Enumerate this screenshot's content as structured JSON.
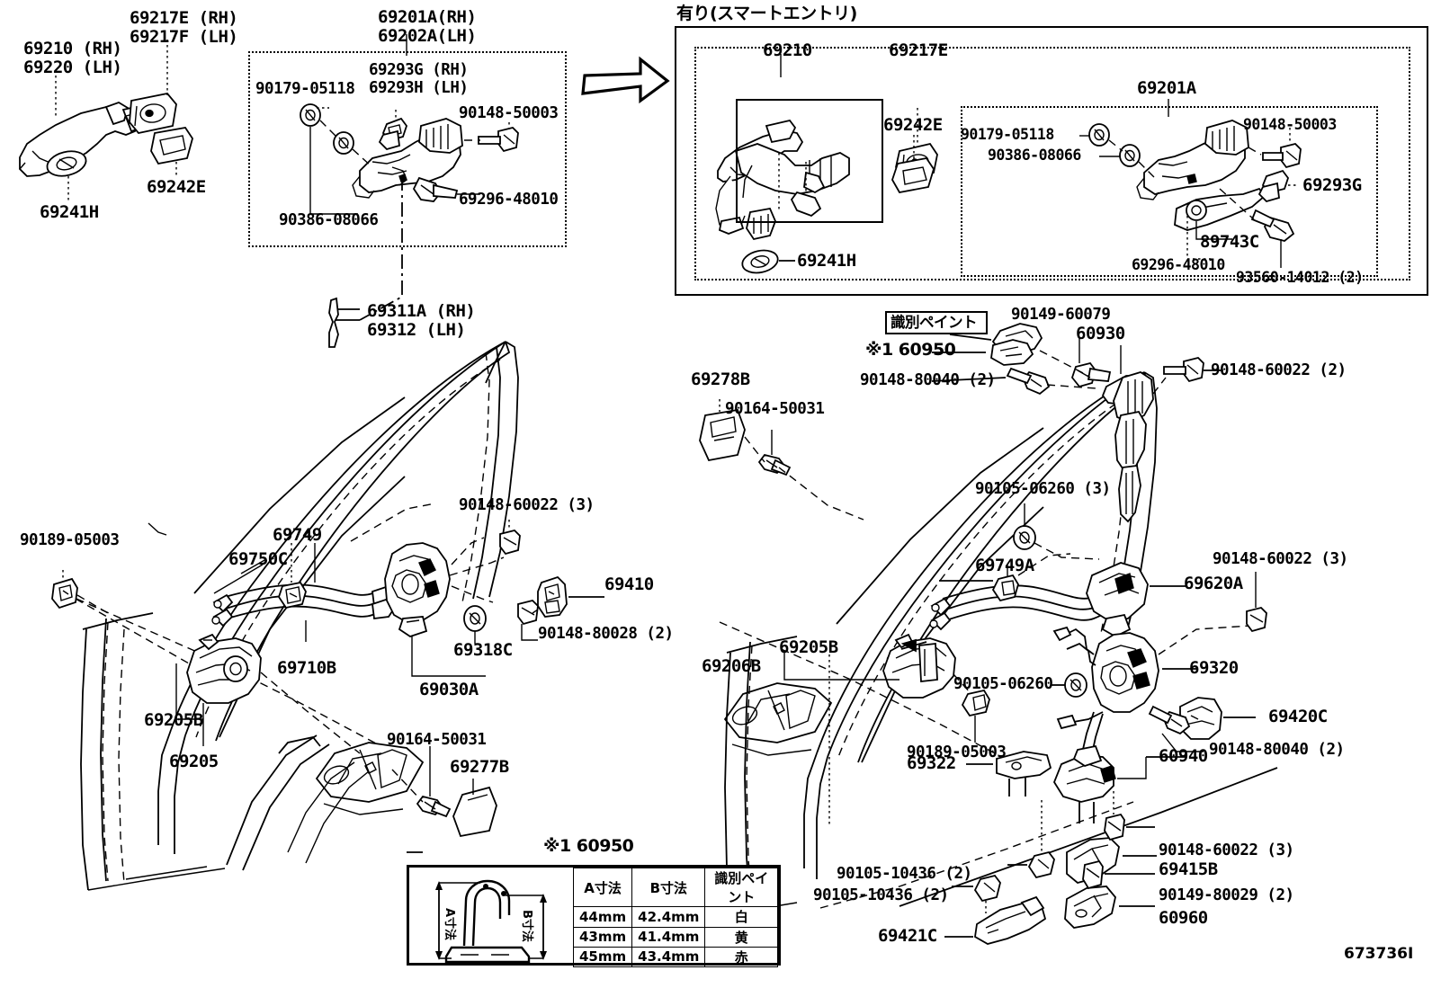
{
  "figure": {
    "id": "673736I",
    "type": "toyota-epc-parts-diagram",
    "title_note": "Front door lock and handle assembly exploded view"
  },
  "sections": {
    "smart_entry_header": "有り(スマートエントリ)",
    "ident_paint_box": "識別ペイント",
    "ident_paint_ref": "※1 60950"
  },
  "labels": {
    "top_left": [
      {
        "id": "l1",
        "text": "69210 (RH)\n69220 (LH)"
      },
      {
        "id": "l2",
        "text": "69217E (RH)\n69217F (LH)"
      },
      {
        "id": "l3",
        "text": "69241H"
      },
      {
        "id": "l4",
        "text": "69242E"
      }
    ],
    "box_69201a": {
      "header": "69201A(RH)\n69202A(LH)",
      "items": [
        {
          "id": "b1",
          "text": "90179-05118"
        },
        {
          "id": "b2",
          "text": "69293G (RH)\n69293H (LH)"
        },
        {
          "id": "b3",
          "text": "90148-50003"
        },
        {
          "id": "b4",
          "text": "90386-08066"
        },
        {
          "id": "b5",
          "text": "69296-48010"
        }
      ]
    },
    "smart_box": {
      "items": [
        {
          "id": "s1",
          "text": "69210"
        },
        {
          "id": "s2",
          "text": "69217E"
        },
        {
          "id": "s3",
          "text": "69242E"
        },
        {
          "id": "s4",
          "text": "69241H"
        },
        {
          "id": "s5",
          "text": "69201A"
        },
        {
          "id": "s6",
          "text": "90179-05118"
        },
        {
          "id": "s7",
          "text": "90386-08066"
        },
        {
          "id": "s8",
          "text": "90148-50003"
        },
        {
          "id": "s9",
          "text": "69293G"
        },
        {
          "id": "s10",
          "text": "89743C"
        },
        {
          "id": "s11",
          "text": "69296-48010"
        },
        {
          "id": "s12",
          "text": "93560-14012 (2)"
        }
      ]
    },
    "left_door": [
      {
        "id": "d1",
        "text": "69311A (RH)\n69312 (LH)"
      },
      {
        "id": "d2",
        "text": "90189-05003"
      },
      {
        "id": "d3",
        "text": "69750C"
      },
      {
        "id": "d4",
        "text": "69749"
      },
      {
        "id": "d5",
        "text": "90148-60022 (3)"
      },
      {
        "id": "d6",
        "text": "69410"
      },
      {
        "id": "d7",
        "text": "90148-80028 (2)"
      },
      {
        "id": "d8",
        "text": "69318C"
      },
      {
        "id": "d9",
        "text": "69710B"
      },
      {
        "id": "d10",
        "text": "69030A"
      },
      {
        "id": "d11",
        "text": "69205B"
      },
      {
        "id": "d12",
        "text": "69205"
      },
      {
        "id": "d13",
        "text": "90164-50031"
      },
      {
        "id": "d14",
        "text": "69277B"
      }
    ],
    "right_door": [
      {
        "id": "r1",
        "text": "69278B"
      },
      {
        "id": "r2",
        "text": "90164-50031"
      },
      {
        "id": "r3",
        "text": "90149-60079"
      },
      {
        "id": "r4",
        "text": "60930"
      },
      {
        "id": "r5",
        "text": "90148-80040 (2)"
      },
      {
        "id": "r6",
        "text": "90148-60022 (2)"
      },
      {
        "id": "r7",
        "text": "90105-06260 (3)"
      },
      {
        "id": "r8",
        "text": "69749A"
      },
      {
        "id": "r9",
        "text": "69620A"
      },
      {
        "id": "r10",
        "text": "90148-60022 (3)"
      },
      {
        "id": "r11",
        "text": "69205B"
      },
      {
        "id": "r12",
        "text": "69206B"
      },
      {
        "id": "r13",
        "text": "90105-06260"
      },
      {
        "id": "r14",
        "text": "90189-05003"
      },
      {
        "id": "r15",
        "text": "69320"
      },
      {
        "id": "r16",
        "text": "69420C"
      },
      {
        "id": "r17",
        "text": "90148-80040 (2)"
      },
      {
        "id": "r18",
        "text": "69322"
      },
      {
        "id": "r19",
        "text": "60940"
      },
      {
        "id": "r20",
        "text": "90105-10436 (2)"
      },
      {
        "id": "r21",
        "text": "90105-10436 (2)"
      },
      {
        "id": "r22",
        "text": "69421C"
      },
      {
        "id": "r23",
        "text": "90148-60022 (3)"
      },
      {
        "id": "r24",
        "text": "69415B"
      },
      {
        "id": "r25",
        "text": "90149-80029 (2)"
      },
      {
        "id": "r26",
        "text": "60960"
      }
    ]
  },
  "dimension_table": {
    "caption": "※1 60950",
    "headers": [
      "A寸法",
      "B寸法",
      "識別ペイント"
    ],
    "dim_label_a": "A寸法",
    "dim_label_b": "B寸法",
    "rows": [
      [
        "44mm",
        "42.4mm",
        "白"
      ],
      [
        "43mm",
        "41.4mm",
        "黄"
      ],
      [
        "45mm",
        "43.4mm",
        "赤"
      ]
    ]
  },
  "colors": {
    "ink": "#000000",
    "paper": "#ffffff"
  }
}
